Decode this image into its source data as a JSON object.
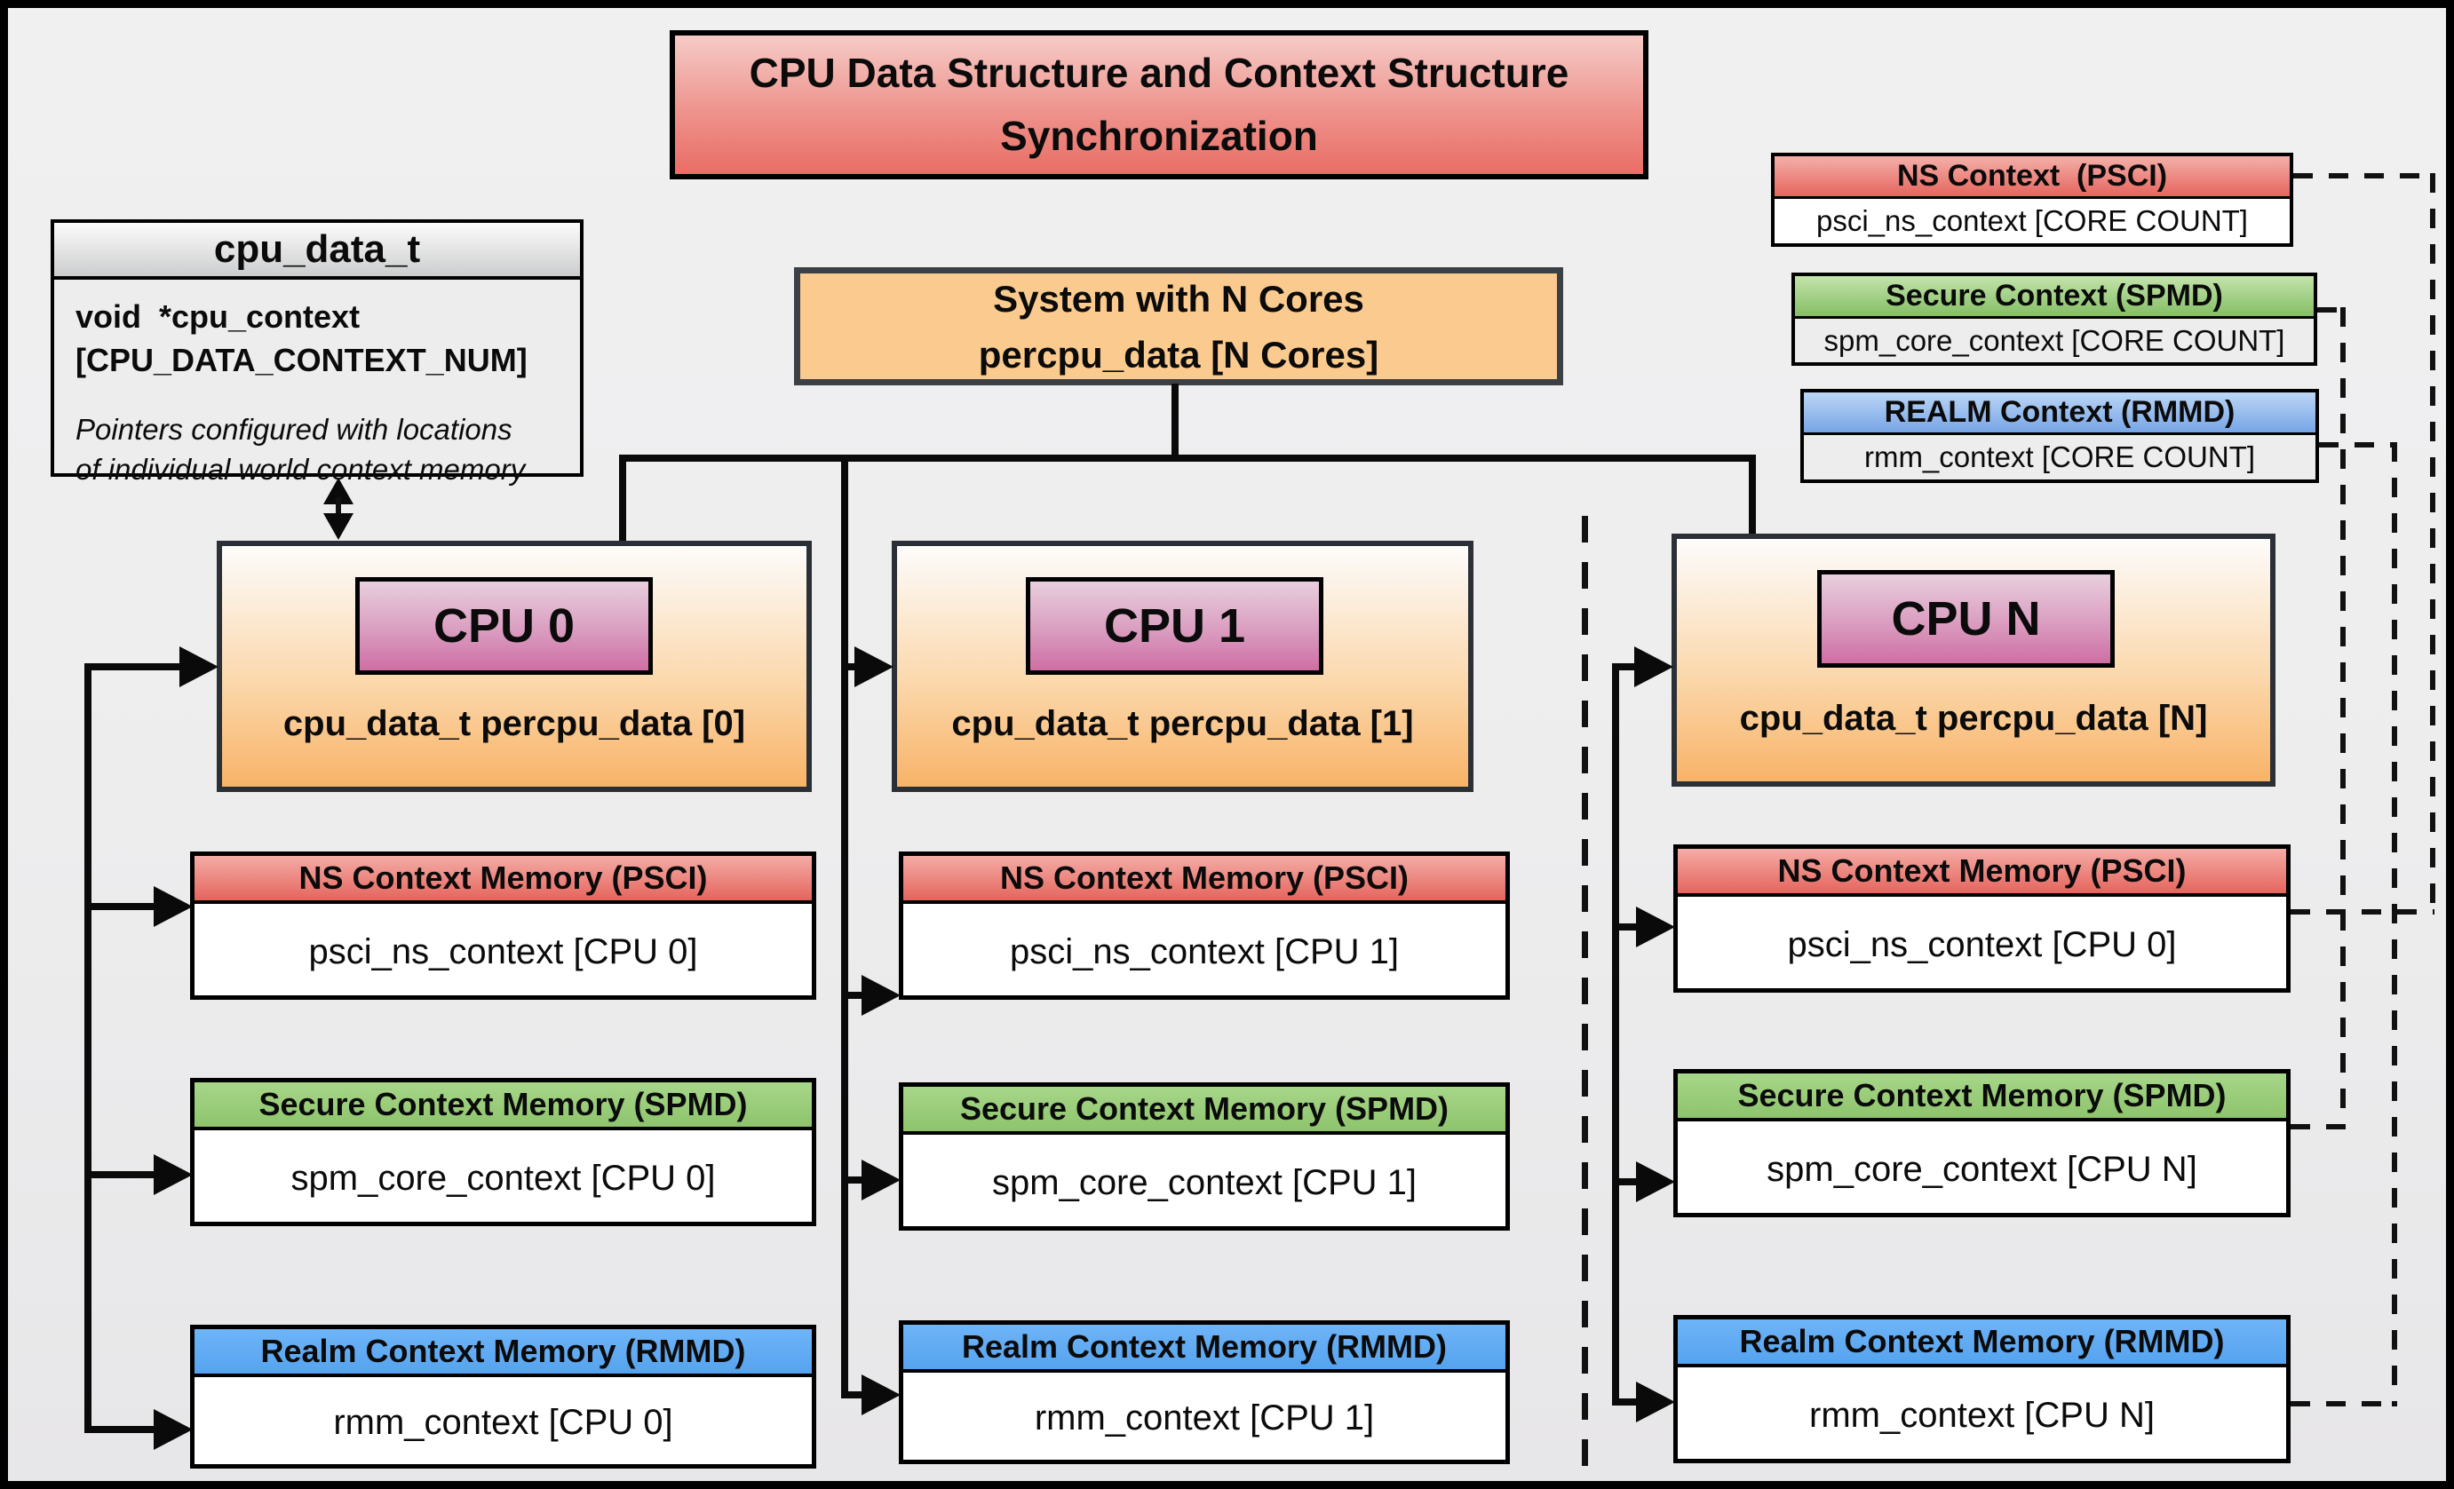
{
  "title": {
    "line1": "CPU Data Structure and Context Structure",
    "line2": "Synchronization"
  },
  "cpu_data_t": {
    "header": "cpu_data_t",
    "field_line1": "void  *cpu_context",
    "field_line2": "[CPU_DATA_CONTEXT_NUM]",
    "note_line1": "Pointers configured with locations",
    "note_line2": "of individual world context memory"
  },
  "system": {
    "line1": "System with N Cores",
    "line2": "percpu_data [N Cores]"
  },
  "legend": [
    {
      "header": "NS Context  (PSCI)",
      "body": "psci_ns_context [CORE COUNT]",
      "color": "#e5655d"
    },
    {
      "header": "Secure Context (SPMD)",
      "body": "spm_core_context [CORE COUNT]",
      "color": "#84bf64"
    },
    {
      "header": "REALM Context (RMMD)",
      "body": "rmm_context [CORE COUNT]",
      "color": "#76a5e6"
    }
  ],
  "cpus": [
    {
      "label": "CPU 0",
      "caption": "cpu_data_t percpu_data [0]",
      "ns": {
        "header": "NS Context Memory (PSCI)",
        "body": "psci_ns_context [CPU 0]"
      },
      "secure": {
        "header": "Secure Context Memory (SPMD)",
        "body": "spm_core_context [CPU 0]"
      },
      "realm": {
        "header": "Realm Context Memory (RMMD)",
        "body": "rmm_context [CPU 0]"
      }
    },
    {
      "label": "CPU 1",
      "caption": "cpu_data_t percpu_data [1]",
      "ns": {
        "header": "NS Context Memory (PSCI)",
        "body": "psci_ns_context [CPU 1]"
      },
      "secure": {
        "header": "Secure Context Memory (SPMD)",
        "body": "spm_core_context [CPU 1]"
      },
      "realm": {
        "header": "Realm Context Memory (RMMD)",
        "body": "rmm_context [CPU 1]"
      }
    },
    {
      "label": "CPU N",
      "caption": "cpu_data_t percpu_data [N]",
      "ns": {
        "header": "NS Context Memory (PSCI)",
        "body": "psci_ns_context [CPU 0]"
      },
      "secure": {
        "header": "Secure Context Memory (SPMD)",
        "body": "spm_core_context [CPU N]"
      },
      "realm": {
        "header": "Realm Context Memory (RMMD)",
        "body": "rmm_context [CPU N]"
      }
    }
  ],
  "colors": {
    "ns_header": "#e5655d",
    "secure_header": "#8ec46c",
    "realm_header": "#55a3ef",
    "cpu_fill": "#f8b368",
    "cpu_label_fill": "#cf6ea4",
    "system_fill": "#fbca8e",
    "title_fill": "#e96d65",
    "line": "#0a0a0a"
  }
}
